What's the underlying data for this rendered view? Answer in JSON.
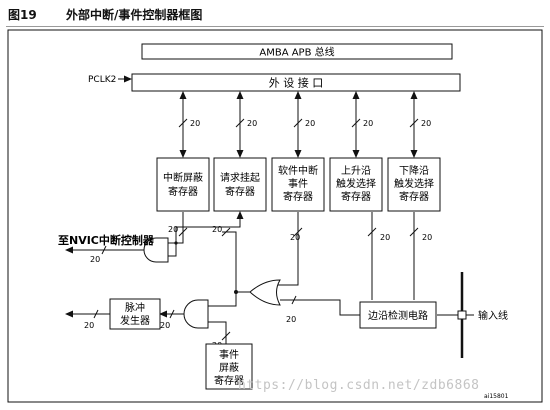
{
  "figure": {
    "number": "图19",
    "title": "外部中断/事件控制器框图",
    "id_code": "ai15801"
  },
  "blocks": {
    "amba_bus": "AMBA APB 总线",
    "peripheral_interface": "外 设 接 口",
    "pclk_label": "PCLK2",
    "interrupt_mask_reg": [
      "中断屏蔽",
      "寄存器"
    ],
    "pending_request_reg": [
      "请求挂起",
      "寄存器"
    ],
    "software_interrupt_event_reg": [
      "软件中断",
      "事件",
      "寄存器"
    ],
    "rising_trigger_reg": [
      "上升沿",
      "触发选择",
      "寄存器"
    ],
    "falling_trigger_reg": [
      "下降沿",
      "触发选择",
      "寄存器"
    ],
    "edge_detect_circuit": "边沿检测电路",
    "pulse_generator": [
      "脉冲",
      "发生器"
    ],
    "event_mask_reg": [
      "事件",
      "屏蔽",
      "寄存器"
    ],
    "nvic_output": "至NVIC中断控制器",
    "input_line": "输入线"
  },
  "bus_widths": {
    "register_bus": "20",
    "nvic_bus": "20",
    "pulse_out_bus": "20",
    "edge_bus": "20"
  },
  "watermark": "https://blog.csdn.net/zdb6868",
  "colors": {
    "stroke": "#111111",
    "box_fill": "#ffffff",
    "watermark": "#c4c4c4"
  }
}
